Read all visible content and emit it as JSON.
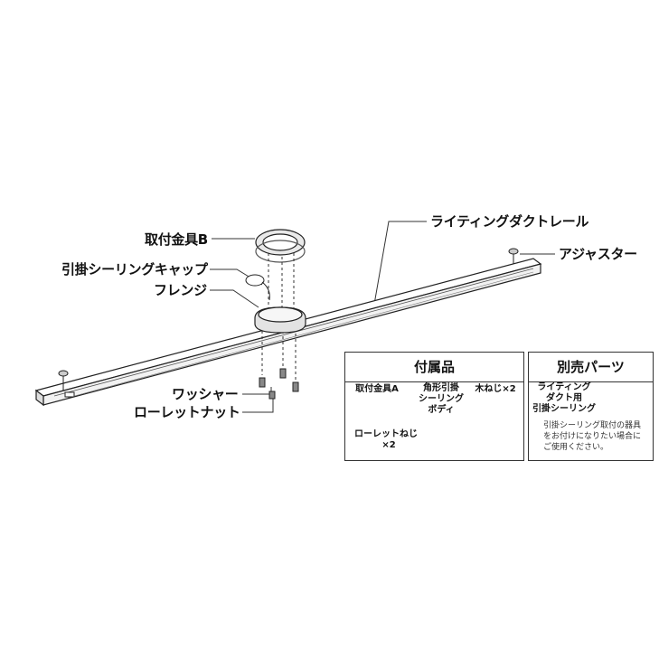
{
  "labels": {
    "bracket_b": "取付金具B",
    "ceiling_cap": "引掛シーリングキャップ",
    "flange": "フレンジ",
    "washer": "ワッシャー",
    "knurled_nut": "ローレットナット",
    "rail": "ライティングダクトレール",
    "adjuster": "アジャスター"
  },
  "accessories": {
    "title": "付属品",
    "bracket_a": "取付金具A",
    "knurled_screw_line1": "ローレットねじ",
    "knurled_screw_line2": "×2",
    "square_body_line1": "角形引掛",
    "square_body_line2": "シーリング",
    "square_body_line3": "ボディ",
    "wood_screw": "木ねじ×2"
  },
  "sold_separately": {
    "title": "別売パーツ",
    "item_line1": "ライティング",
    "item_line2": "ダクト用",
    "item_line3": "引掛シーリング",
    "note_line1": "引掛シーリング取付の器具",
    "note_line2": "をお付けになりたい場合に",
    "note_line3": "ご使用ください。"
  }
}
